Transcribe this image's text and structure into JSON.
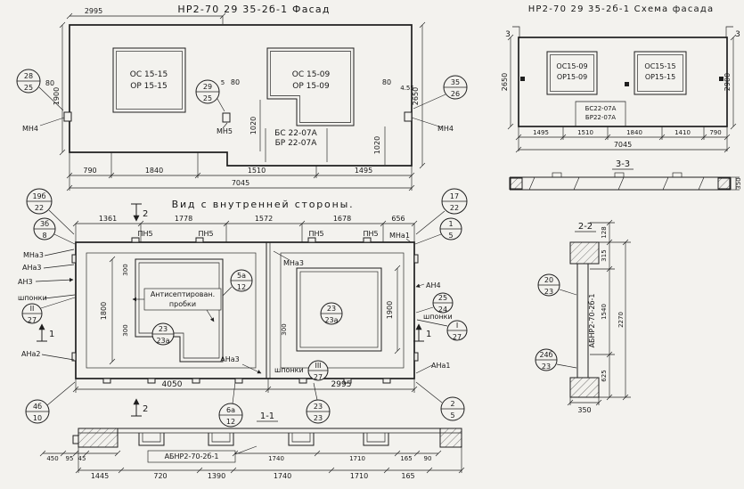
{
  "facade": {
    "title": "НР2-70 29 35-2б-1 Фасад",
    "dim_top": "2995",
    "dim_height_left": "1900",
    "dim_height_right": "2650",
    "dim_80_left": "80",
    "dim_5": "5",
    "dim_80_mid": "80",
    "dim_80_right": "80",
    "dim_4_55": "4.55",
    "dim_1020_a": "1020",
    "dim_1020_b": "1020",
    "win_left_1": "ОС 15-15",
    "win_left_2": "ОР 15-15",
    "win_right_1": "ОС 15-09",
    "win_right_2": "ОР 15-09",
    "balcony_1": "БС 22-07А",
    "balcony_2": "БР 22-07А",
    "anchor_left": "МН4",
    "anchor_mid": "МН5",
    "anchor_right": "МН4",
    "c28": {
      "t": "28",
      "b": "25"
    },
    "c29": {
      "t": "29",
      "b": "25"
    },
    "c35": {
      "t": "35",
      "b": "26"
    },
    "dims_bottom": [
      "790",
      "1840",
      "1510",
      "1495"
    ],
    "dim_total": "7045"
  },
  "scheme": {
    "title": "НР2-70 29 35-2б-1 Схема фасада",
    "sec_mark": "3",
    "win_left_1": "ОС15-09",
    "win_left_2": "ОР15-09",
    "win_right_1": "ОС15-15",
    "win_right_2": "ОР15-15",
    "balcony_1": "БС22-07А",
    "balcony_2": "БР22-07А",
    "dim_height_left": "2650",
    "dim_height_right": "2900",
    "dims_bottom": [
      "1495",
      "1510",
      "1840",
      "1410",
      "790"
    ],
    "dim_total": "7045",
    "sec_title": "3-3",
    "sec_dim": "350"
  },
  "inner": {
    "title": "Вид с внутренней стороны.",
    "dims_top": [
      "1361",
      "1778",
      "1572",
      "1678",
      "656"
    ],
    "pn5": "ПН5",
    "sec1": "1",
    "sec2": "2",
    "c19b": {
      "t": "19б",
      "b": "22"
    },
    "c17": {
      "t": "17",
      "b": "22"
    },
    "c3b": {
      "t": "3б",
      "b": "8"
    },
    "c1": {
      "t": "1",
      "b": "5"
    },
    "c5a": {
      "t": "5а",
      "b": "12"
    },
    "c23a_left": {
      "t": "23",
      "b": "23а"
    },
    "c23a_right": {
      "t": "23",
      "b": "23а"
    },
    "cII": {
      "t": "II",
      "b": "27"
    },
    "cIII": {
      "t": "III",
      "b": "27"
    },
    "cI": {
      "t": "I",
      "b": "27"
    },
    "c25": {
      "t": "25",
      "b": "24"
    },
    "c4b": {
      "t": "4б",
      "b": "10"
    },
    "c6a": {
      "t": "6а",
      "b": "12"
    },
    "c23": {
      "t": "23",
      "b": "23"
    },
    "c2": {
      "t": "2",
      "b": "5"
    },
    "lbl_mna3_left": "МНа3",
    "lbl_ana3_left": "АНа3",
    "lbl_an3": "АН3",
    "lbl_shponki_left": "шпонки",
    "lbl_ana2": "АНа2",
    "lbl_mna1": "МНа1",
    "lbl_mna3_mid": "МНа3",
    "lbl_an4": "АН4",
    "lbl_shponki_right": "шпонки",
    "lbl_ana1_bottom": "АНа1",
    "lbl_ana3_bottom": "АНа3",
    "lbl_shponki_bottom": "шпонки",
    "antiseptic_1": "Антисептирован.",
    "antiseptic_2": "пробки",
    "dim_1800": "1800",
    "dim_1900": "1900",
    "dim_300_a": "300",
    "dim_300_b": "300",
    "dim_300_c": "300",
    "dims_bottom": [
      "4050",
      "2995"
    ],
    "sec11_title": "1-1"
  },
  "section11": {
    "label": "АБНР2-70-2б-1",
    "dims_left": [
      "450",
      "95",
      "45"
    ],
    "dims_mid": [
      "1740",
      "1710",
      "165",
      "90"
    ],
    "dims_bottom": [
      "1445",
      "720",
      "1390",
      "1740",
      "1710",
      "165"
    ]
  },
  "section22": {
    "title": "2-2",
    "label": "АБНР2-70-2б-1",
    "c20": {
      "t": "20",
      "b": "23"
    },
    "c24b": {
      "t": "24б",
      "b": "23"
    },
    "d128": "128",
    "d315": "315",
    "d1540": "1540",
    "d625": "625",
    "d2270": "2270",
    "d350": "350"
  }
}
